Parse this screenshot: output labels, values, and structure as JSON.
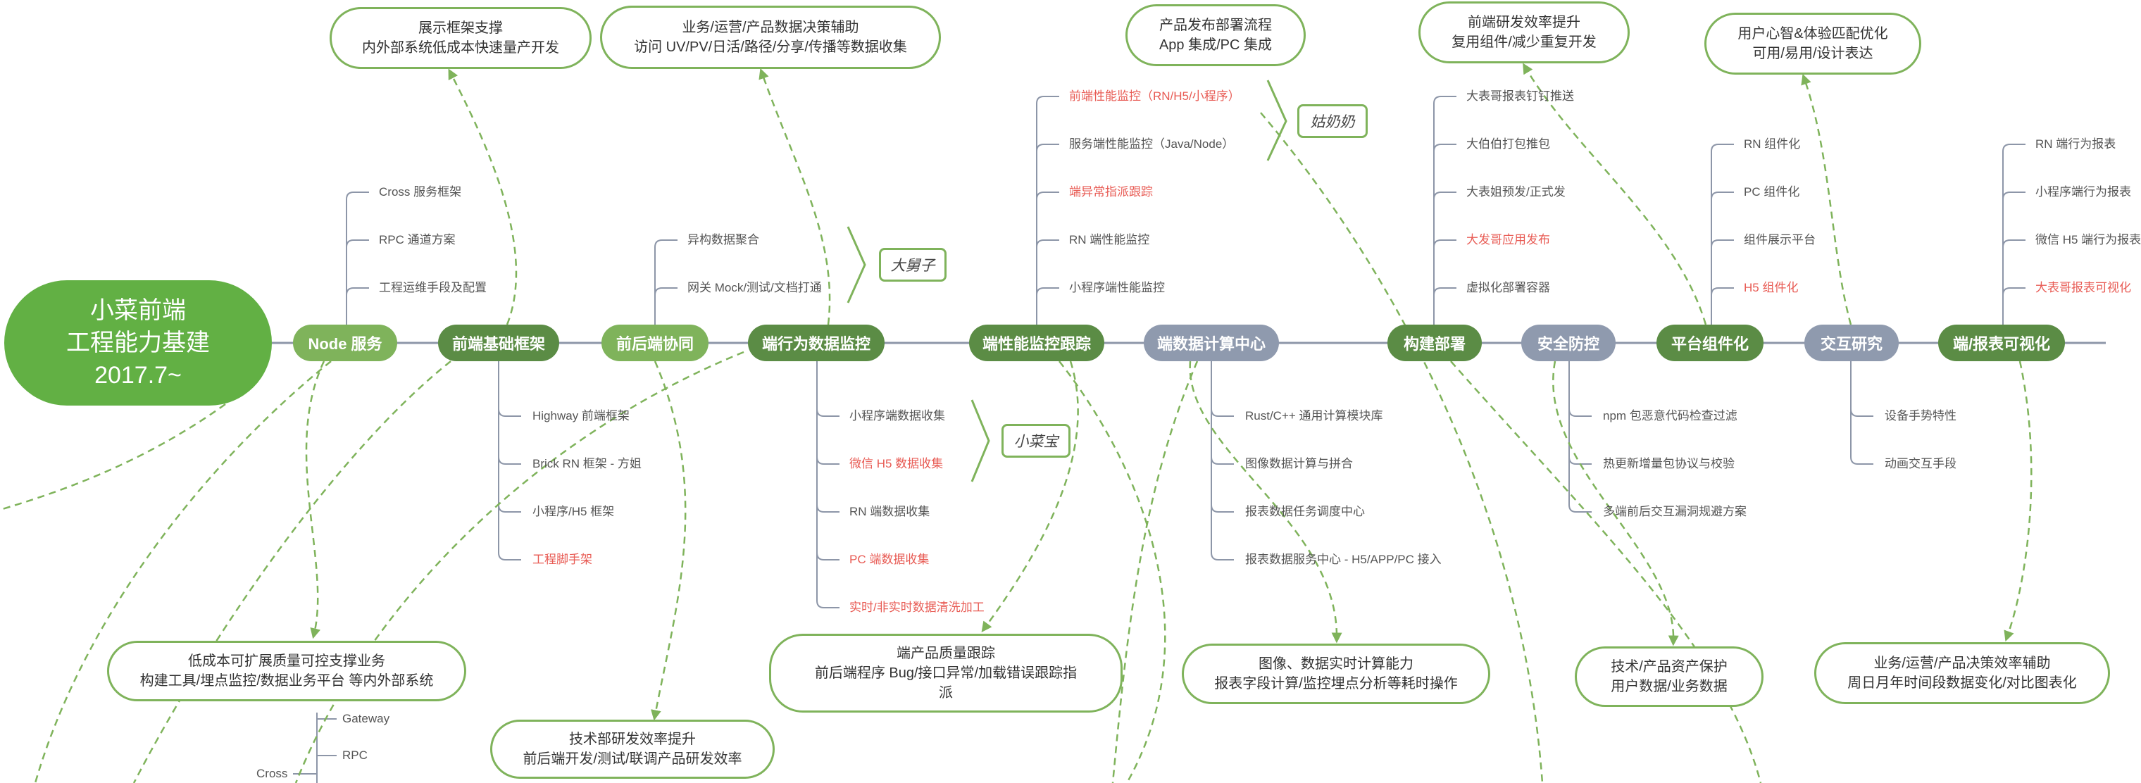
{
  "root": {
    "lines": [
      "小菜前端",
      "工程能力基建",
      "2017.7~"
    ]
  },
  "colors": {
    "green_dark": "#5b8c45",
    "green_light": "#7fb35b",
    "gray_blue": "#8f9aae",
    "red_text": "#e85b54",
    "spine": "#8d96a8"
  },
  "branches": [
    {
      "id": "node",
      "label": "Node 服务",
      "style": "light",
      "items": [
        {
          "text": "Cross 服务框架"
        },
        {
          "text": "RPC 通道方案"
        },
        {
          "text": "工程运维手段及配置"
        }
      ]
    },
    {
      "id": "infra",
      "label": "前端基础框架",
      "style": "dark",
      "items": [
        {
          "text": "Highway 前端框架"
        },
        {
          "text": "Brick RN 框架 - 方姐"
        },
        {
          "text": "小程序/H5 框架"
        },
        {
          "text": "工程脚手架",
          "red": true
        }
      ]
    },
    {
      "id": "collab",
      "label": "前后端协同",
      "style": "light",
      "items": [
        {
          "text": "异构数据聚合"
        },
        {
          "text": "网关 Mock/测试/文档打通"
        }
      ]
    },
    {
      "id": "behavior",
      "label": "端行为数据监控",
      "style": "dark",
      "items": [
        {
          "text": "小程序端数据收集"
        },
        {
          "text": "微信 H5 数据收集",
          "red": true
        },
        {
          "text": "RN 端数据收集"
        },
        {
          "text": "PC 端数据收集",
          "red": true
        },
        {
          "text": "实时/非实时数据清洗加工",
          "red": true
        }
      ]
    },
    {
      "id": "perf",
      "label": "端性能监控跟踪",
      "style": "dark",
      "items": [
        {
          "text": "前端性能监控（RN/H5/小程序）",
          "red": true
        },
        {
          "text": "服务端性能监控（Java/Node）"
        },
        {
          "text": "端异常指派跟踪",
          "red": true
        },
        {
          "text": "RN 端性能监控"
        },
        {
          "text": "小程序端性能监控"
        }
      ]
    },
    {
      "id": "compute",
      "label": "端数据计算中心",
      "style": "gray",
      "items": [
        {
          "text": "Rust/C++ 通用计算模块库"
        },
        {
          "text": "图像数据计算与拼合"
        },
        {
          "text": "报表数据任务调度中心"
        },
        {
          "text": "报表数据服务中心 - H5/APP/PC 接入"
        }
      ]
    },
    {
      "id": "build",
      "label": "构建部署",
      "style": "dark",
      "items": [
        {
          "text": "大表哥报表钉钉推送"
        },
        {
          "text": "大伯伯打包推包"
        },
        {
          "text": "大表姐预发/正式发"
        },
        {
          "text": "大发哥应用发布",
          "red": true
        },
        {
          "text": "虚拟化部署容器"
        }
      ]
    },
    {
      "id": "security",
      "label": "安全防控",
      "style": "gray",
      "items": [
        {
          "text": "npm 包恶意代码检查过滤"
        },
        {
          "text": "热更新增量包协议与校验"
        },
        {
          "text": "多端前后交互漏洞规避方案"
        }
      ]
    },
    {
      "id": "platform",
      "label": "平台组件化",
      "style": "dark",
      "items": [
        {
          "text": "RN 组件化"
        },
        {
          "text": "PC 组件化"
        },
        {
          "text": "组件展示平台"
        },
        {
          "text": "H5 组件化",
          "red": true
        }
      ]
    },
    {
      "id": "interact",
      "label": "交互研究",
      "style": "gray",
      "items": [
        {
          "text": "设备手势特性"
        },
        {
          "text": "动画交互手段"
        }
      ]
    },
    {
      "id": "viz",
      "label": "端/报表可视化",
      "style": "dark",
      "items": [
        {
          "text": "RN 端行为报表"
        },
        {
          "text": "小程序端行为报表"
        },
        {
          "text": "微信 H5 端行为报表"
        },
        {
          "text": "大表哥报表可视化",
          "red": true
        }
      ]
    }
  ],
  "callouts": [
    {
      "id": "framework-support",
      "lines": [
        "展示框架支撑",
        "内外部系统低成本快速量产开发"
      ]
    },
    {
      "id": "decision-visit",
      "lines": [
        "业务/运营/产品数据决策辅助",
        "访问 UV/PV/日活/路径/分享/传播等数据收集"
      ]
    },
    {
      "id": "release-flow",
      "lines": [
        "产品发布部署流程",
        "App 集成/PC 集成"
      ]
    },
    {
      "id": "dev-efficiency",
      "lines": [
        "前端研发效率提升",
        "复用组件/减少重复开发"
      ]
    },
    {
      "id": "user-mind",
      "lines": [
        "用户心智&体验匹配优化",
        "可用/易用/设计表达"
      ]
    },
    {
      "id": "low-cost",
      "lines": [
        "低成本可扩展质量可控支撑业务",
        "构建工具/埋点监控/数据业务平台 等内外部系统"
      ]
    },
    {
      "id": "tech-efficiency",
      "lines": [
        "技术部研发效率提升",
        "前后端开发/测试/联调产品研发效率"
      ]
    },
    {
      "id": "quality-track",
      "lines": [
        "端产品质量跟踪",
        "前后端程序 Bug/接口异常/加载错误跟踪指",
        "派"
      ]
    },
    {
      "id": "realtime-compute",
      "lines": [
        "图像、数据实时计算能力",
        "报表字段计算/监控埋点分析等耗时操作"
      ]
    },
    {
      "id": "asset-protect",
      "lines": [
        "技术/产品资产保护",
        "用户数据/业务数据"
      ]
    },
    {
      "id": "decision-trend",
      "lines": [
        "业务/运营/产品决策效率辅助",
        "周日月年时间段数据变化/对比图表化"
      ]
    }
  ],
  "tags": [
    {
      "id": "dashuzi",
      "label": "大舅子"
    },
    {
      "id": "xiaocaibao",
      "label": "小菜宝"
    },
    {
      "id": "gunainai",
      "label": "姑奶奶"
    }
  ],
  "sub_items": [
    {
      "text": "Gateway"
    },
    {
      "text": "RPC"
    },
    {
      "text": "Cross"
    }
  ]
}
